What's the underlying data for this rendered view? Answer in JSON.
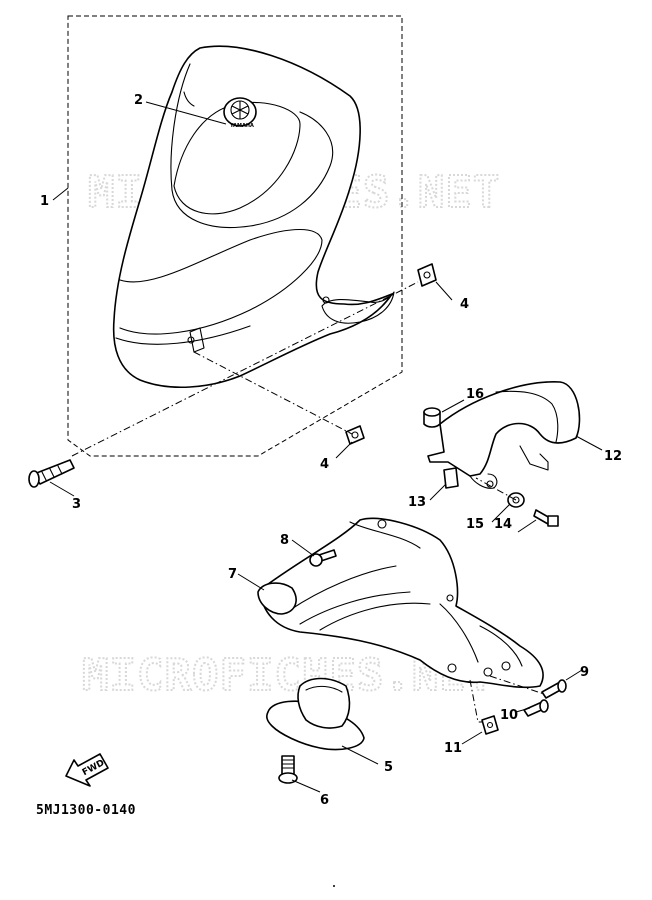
{
  "watermark": "MICROFICHES.NET",
  "diagram_code": "5MJ1300-0140",
  "fwd_label": "FWD",
  "logo_text": "YAMAHA",
  "callouts": {
    "c1": "1",
    "c2": "2",
    "c3": "3",
    "c4a": "4",
    "c4b": "4",
    "c5": "5",
    "c6": "6",
    "c7": "7",
    "c8": "8",
    "c9": "9",
    "c10": "10",
    "c11": "11",
    "c12": "12",
    "c13": "13",
    "c14": "14",
    "c15": "15",
    "c16": "16"
  }
}
